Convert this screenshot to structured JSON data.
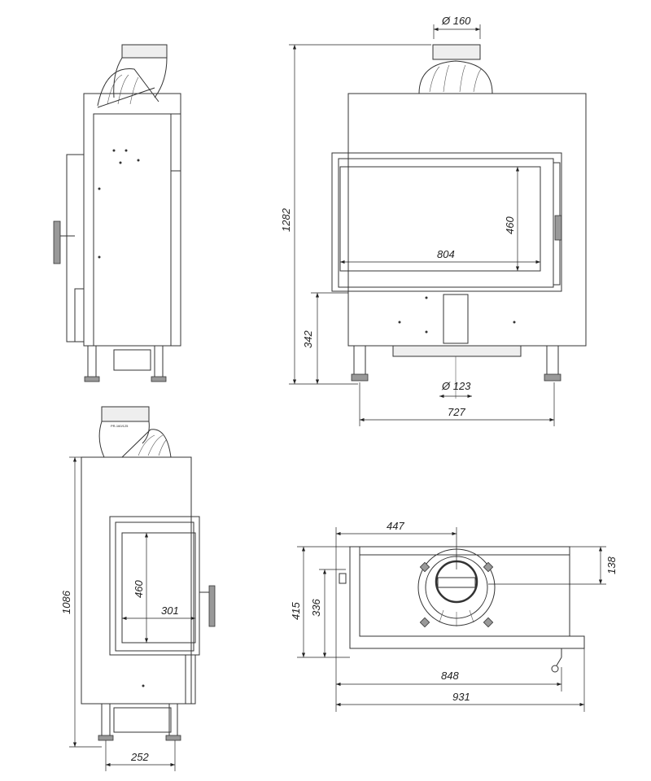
{
  "drawing": {
    "front_view": {
      "flue_outlet_diameter": "Ø 160",
      "height_total": "1282",
      "glass_height": "460",
      "glass_width": "804",
      "base_height": "342",
      "air_inlet_diameter": "Ø 123",
      "legs_spacing": "727"
    },
    "side_view": {
      "height_total": "1086",
      "glass_height": "460",
      "glass_depth": "301",
      "legs_spacing": "252"
    },
    "top_view": {
      "flue_offset_x": "447",
      "flue_offset_y": "138",
      "depth_total": "415",
      "depth_body": "336",
      "width_body": "848",
      "width_total": "931"
    },
    "flue_label": "PR-160/125"
  }
}
